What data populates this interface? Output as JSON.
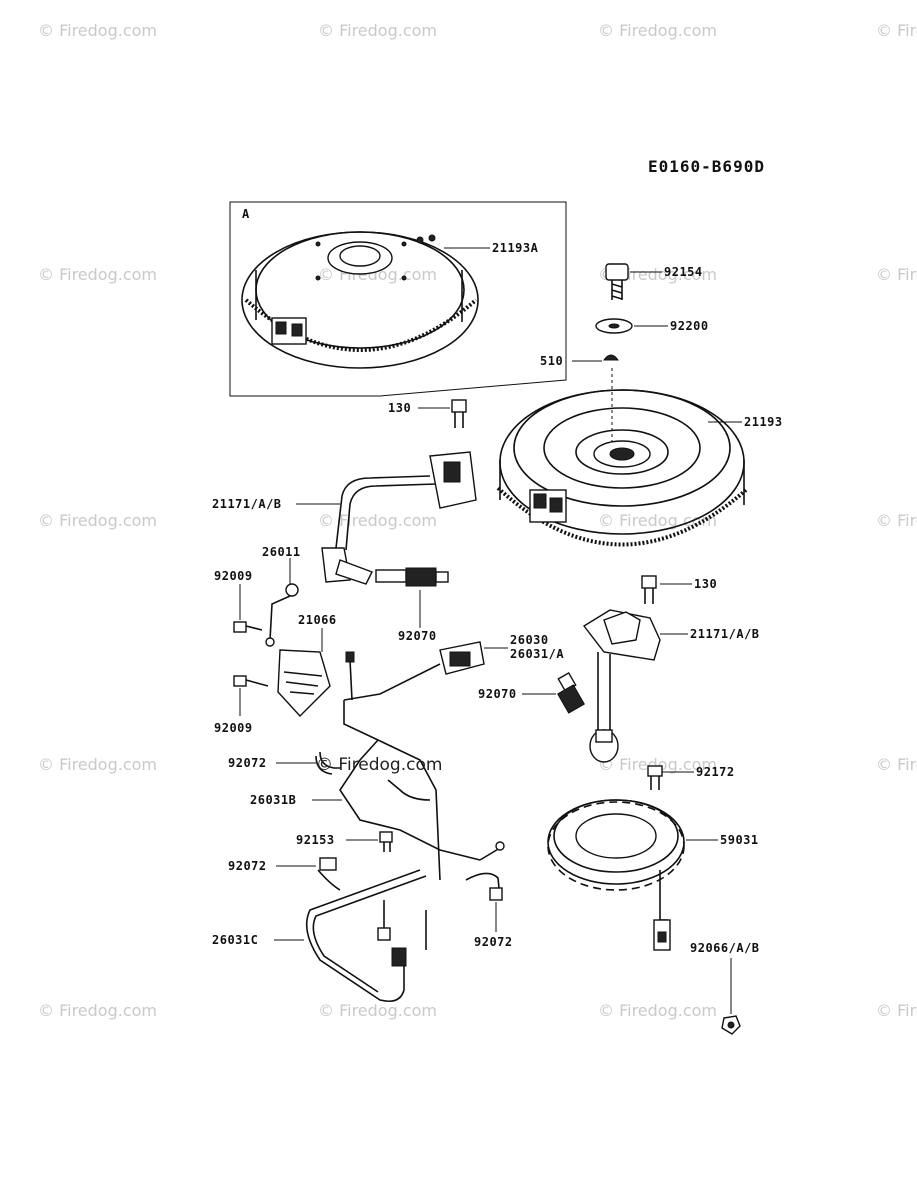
{
  "diagram_code": "E0160-B690D",
  "inset_label": "A",
  "watermark": "© Firedog.com",
  "center_watermark": "© Firedog.com",
  "parts": [
    {
      "id": "21193A"
    },
    {
      "id": "92154"
    },
    {
      "id": "92200"
    },
    {
      "id": "510"
    },
    {
      "id": "130"
    },
    {
      "id": "21193"
    },
    {
      "id": "21171/A/B"
    },
    {
      "id": "26011"
    },
    {
      "id": "92009"
    },
    {
      "id": "21066"
    },
    {
      "id": "92070"
    },
    {
      "id": "26030"
    },
    {
      "id": "26031/A"
    },
    {
      "id": "130"
    },
    {
      "id": "21171/A/B"
    },
    {
      "id": "92009"
    },
    {
      "id": "92070"
    },
    {
      "id": "92072"
    },
    {
      "id": "26031B"
    },
    {
      "id": "92172"
    },
    {
      "id": "92153"
    },
    {
      "id": "59031"
    },
    {
      "id": "92072"
    },
    {
      "id": "26031C"
    },
    {
      "id": "92072"
    },
    {
      "id": "92066/A/B"
    }
  ]
}
